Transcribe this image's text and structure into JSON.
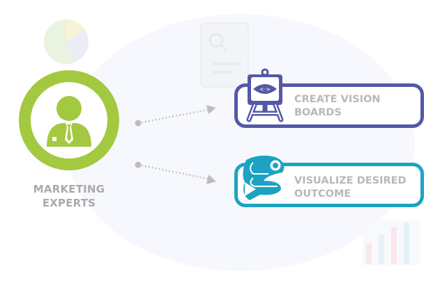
{
  "source": {
    "label_line1": "MARKETING",
    "label_line2": "EXPERTS",
    "icon": "businessman-icon",
    "color": "#a3c940"
  },
  "outcomes": [
    {
      "line1": "CREATE VISION",
      "line2": "BOARDS",
      "icon": "easel-eye-icon",
      "color": "#5458a6"
    },
    {
      "line1": "VISUALIZE DESIRED",
      "line2": "OUTCOME",
      "icon": "path-target-icon",
      "color": "#1da3c2"
    }
  ]
}
